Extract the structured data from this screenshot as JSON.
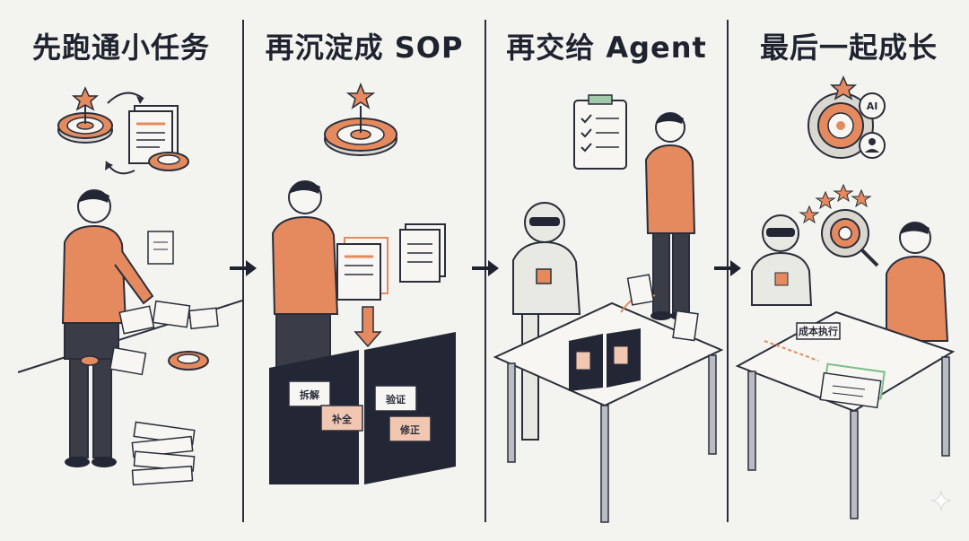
{
  "panels": [
    {
      "title": "先跑通小任务"
    },
    {
      "title": "再沉淀成 SOP",
      "tags": [
        "拆解",
        "补全",
        "验证",
        "修正"
      ]
    },
    {
      "title": "再交给 Agent"
    },
    {
      "title": "最后一起成长",
      "badges": [
        "AI"
      ],
      "card_label": "成本执行"
    }
  ],
  "colors": {
    "accent": "#e58a5f",
    "ink": "#1f2330",
    "dark": "#232634",
    "paper": "#f7f6f2",
    "bg": "#f3f3ef"
  },
  "icons": [
    "target-icon",
    "document-icon",
    "clipboard-checklist-icon",
    "robot-icon",
    "person-icon",
    "magnifier-icon",
    "star-icon",
    "arrow-right-icon",
    "sparkle-icon"
  ]
}
